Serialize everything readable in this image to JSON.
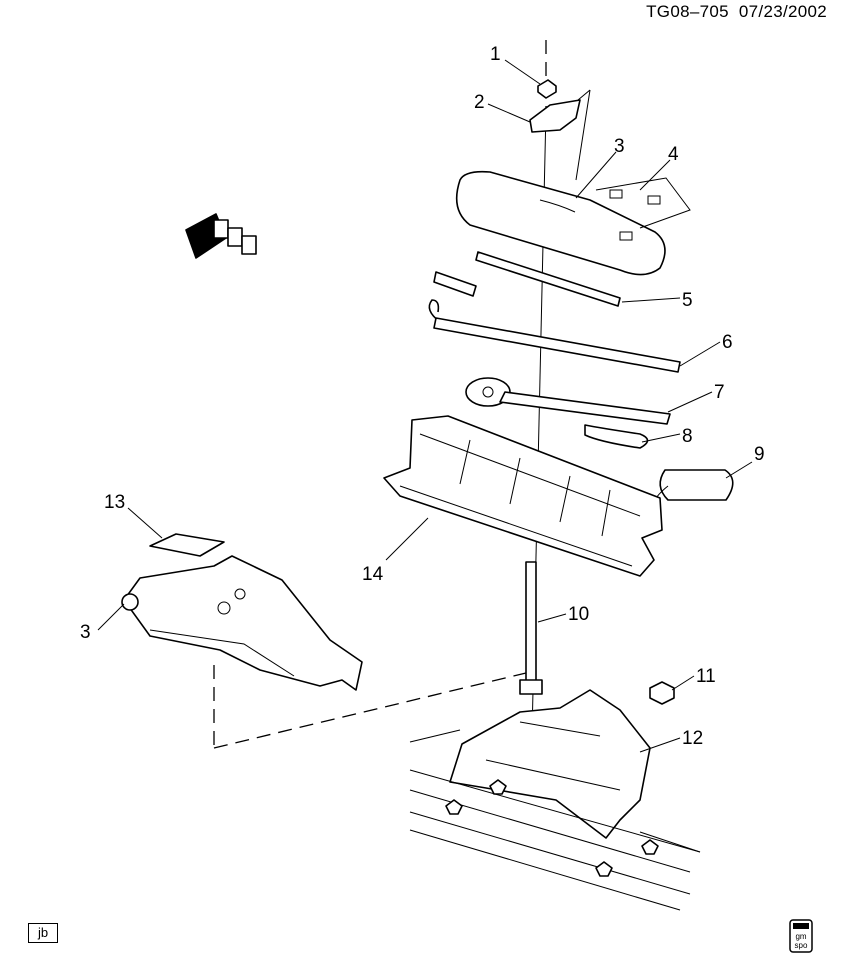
{
  "header": {
    "code": "TG08–705",
    "date": "07/23/2002"
  },
  "badge": {
    "text": "jb"
  },
  "logo": {
    "line1": "gm",
    "line2": "spo"
  },
  "callouts": [
    "1",
    "2",
    "3",
    "4",
    "5",
    "6",
    "7",
    "8",
    "9",
    "13",
    "14",
    "3",
    "10",
    "11",
    "12"
  ]
}
